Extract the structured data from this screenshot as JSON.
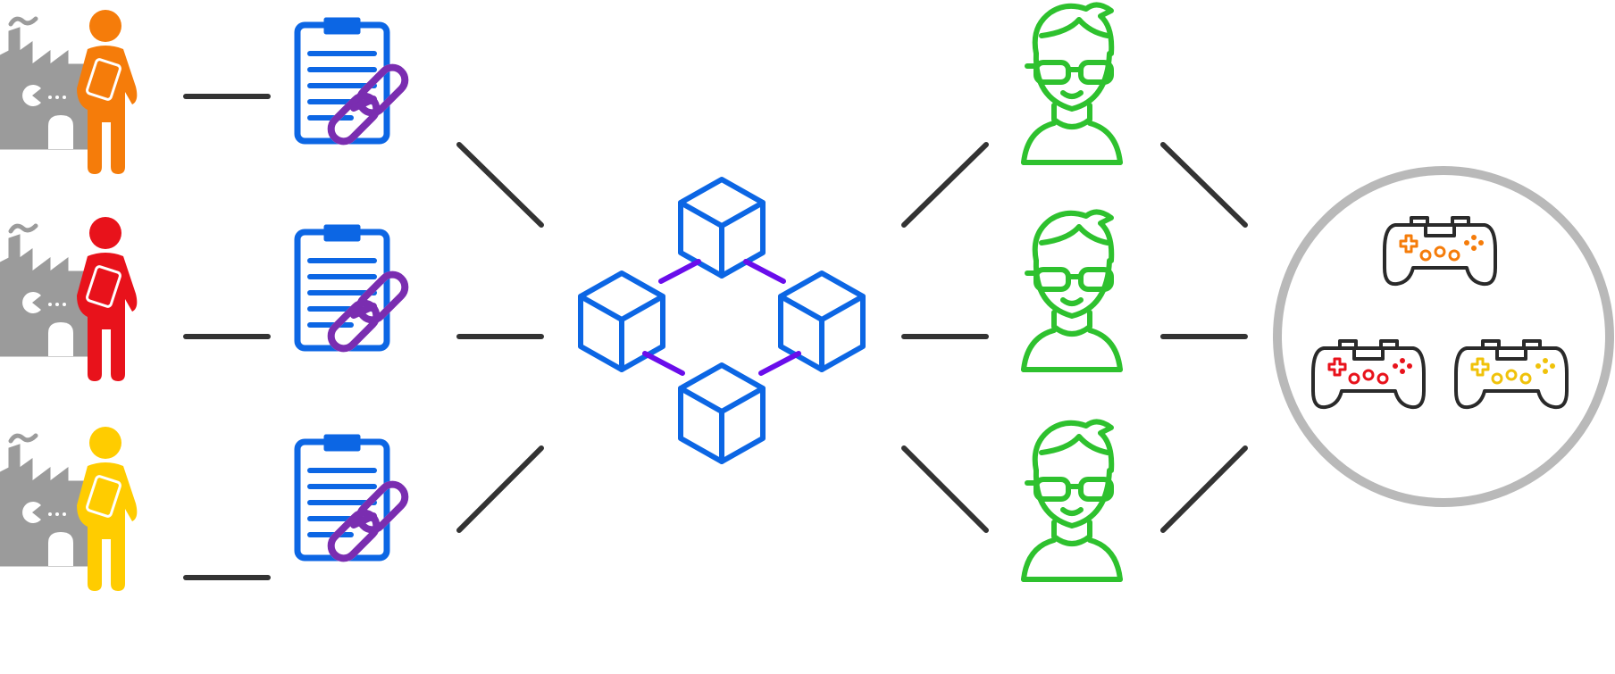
{
  "diagram": {
    "description_free": true,
    "producers": [
      {
        "id": "producer-1",
        "color": "#F57C0A"
      },
      {
        "id": "producer-2",
        "color": "#E8121B"
      },
      {
        "id": "producer-3",
        "color": "#FFCC00"
      }
    ],
    "factory_color": "#9B9B9B",
    "contract_color": "#0C66E4",
    "chain_link_color": "#7A2DB0",
    "blockchain_color": "#0C66E4",
    "blockchain_link_color": "#6A0DEB",
    "consumer_color": "#2EC12E",
    "connector_color": "#333333",
    "collection_ring_color": "#B9B9B9",
    "controllers": [
      {
        "id": "controller-orange",
        "accent": "#F57C0A"
      },
      {
        "id": "controller-red",
        "accent": "#E8121B"
      },
      {
        "id": "controller-yellow",
        "accent": "#F0C20A"
      }
    ],
    "controller_outline_color": "#2A2A2A"
  }
}
